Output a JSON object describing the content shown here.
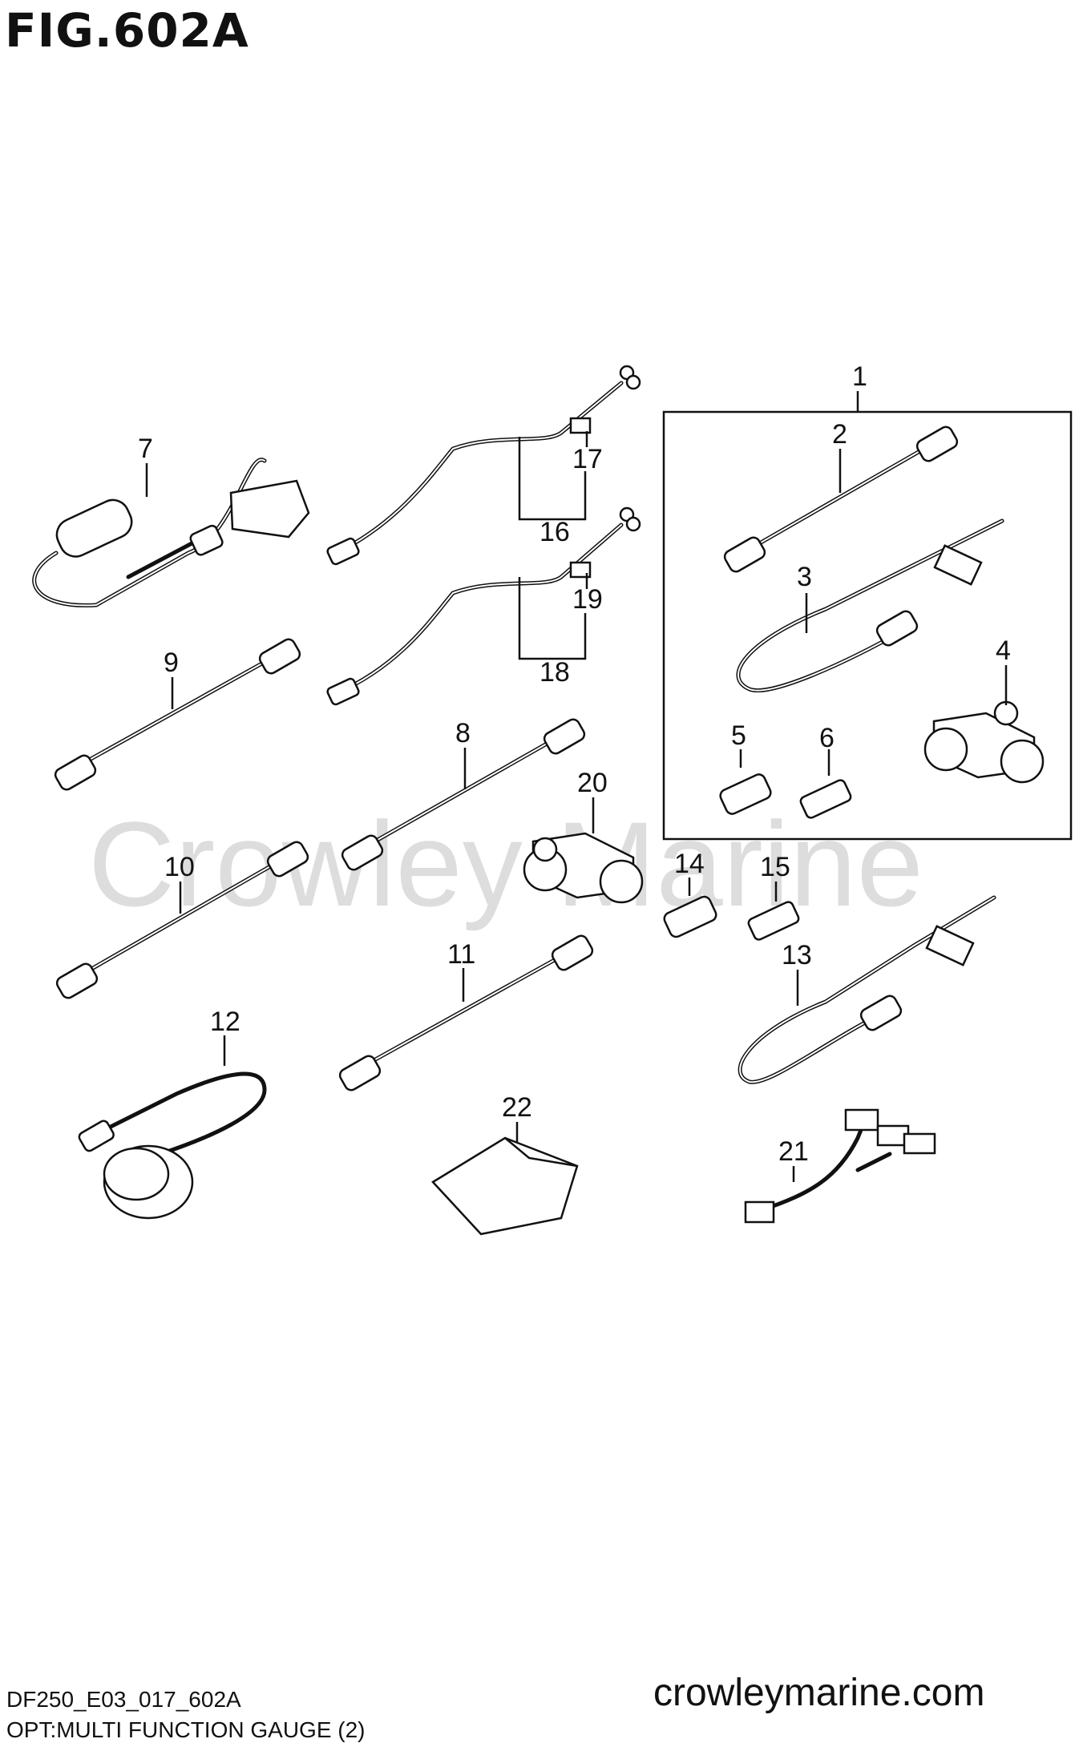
{
  "figure": {
    "title": "FIG.602A",
    "code": "DF250_E03_017_602A",
    "description": "OPT:MULTI FUNCTION GAUGE (2)",
    "watermark": "Crowley Marine",
    "brand": "crowleymarine.com"
  },
  "part_labels": [
    "1",
    "2",
    "3",
    "4",
    "5",
    "6",
    "7",
    "8",
    "9",
    "10",
    "11",
    "12",
    "13",
    "14",
    "15",
    "16",
    "17",
    "18",
    "19",
    "20",
    "21",
    "22"
  ]
}
